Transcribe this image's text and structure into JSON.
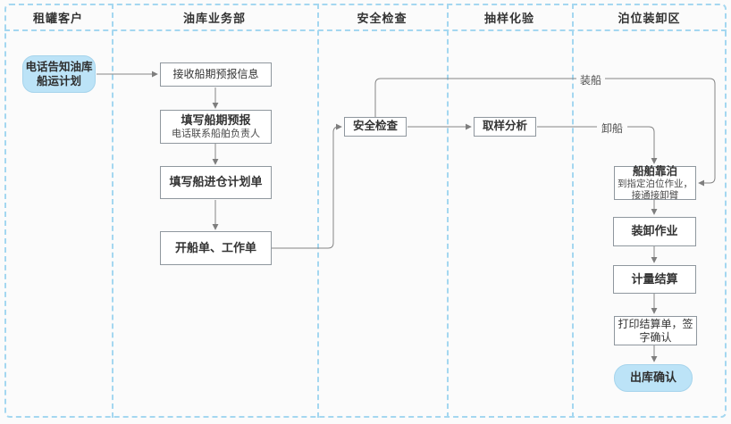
{
  "lanes": [
    {
      "title": "租罐客户"
    },
    {
      "title": "油库业务部"
    },
    {
      "title": "安全检查"
    },
    {
      "title": "抽样化验"
    },
    {
      "title": "泊位装卸区"
    }
  ],
  "nodes": {
    "start": {
      "label": "电话告知油库\n船运计划"
    },
    "receive_forecast": {
      "label": "接收船期预报信息"
    },
    "fill_forecast": {
      "title": "填写船期预报",
      "subtitle": "电话联系船舶负责人"
    },
    "fill_warehouse_plan": {
      "label": "填写船进仓计划单"
    },
    "ship_work_order": {
      "label": "开船单、工作单"
    },
    "safety_check": {
      "label": "安全检查"
    },
    "sampling_analysis": {
      "label": "取样分析"
    },
    "ship_berthing": {
      "title": "船舶靠泊",
      "subtitle": "到指定泊位作业，\n接通接卸臂"
    },
    "loading_unloading": {
      "label": "装卸作业"
    },
    "measurement_settlement": {
      "label": "计量结算"
    },
    "print_settlement": {
      "label": "打印结算单，签\n字确认"
    },
    "outbound_confirm": {
      "label": "出库确认"
    }
  },
  "edge_labels": {
    "load_ship": "装船",
    "unload_ship": "卸船"
  },
  "colors": {
    "lane_border": "#a4d7f0",
    "node_fill": "#ffffff",
    "node_border": "#8f979e",
    "accent_fill": "#bce3f7",
    "accent_border": "#a6d4ec",
    "connector": "#848484",
    "text": "#333333"
  }
}
